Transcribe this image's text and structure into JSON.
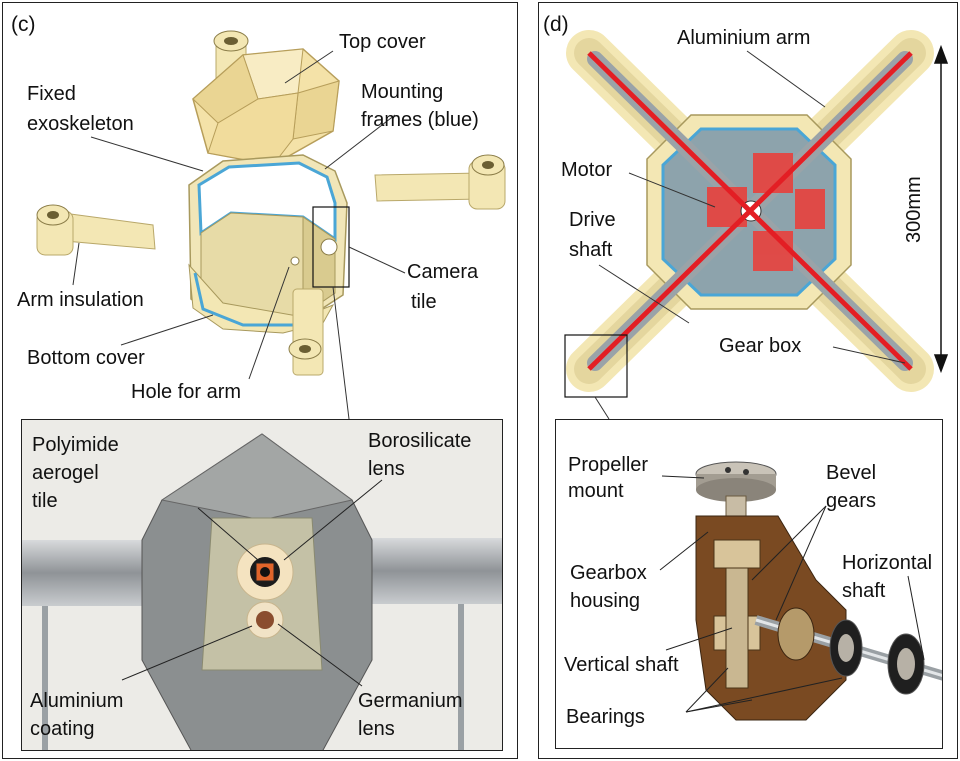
{
  "panel_c": {
    "tag": "(c)",
    "labels": {
      "top_cover": "Top cover",
      "fixed_exo_1": "Fixed",
      "fixed_exo_2": "exoskeleton",
      "mounting_1": "Mounting",
      "mounting_2": "frames (blue)",
      "camera_1": "Camera",
      "camera_2": "tile",
      "arm_insulation": "Arm insulation",
      "bottom_cover": "Bottom cover",
      "hole_for_arm": "Hole for arm",
      "polyimide_1": "Polyimide",
      "polyimide_2": "aerogel",
      "polyimide_3": "tile",
      "borosilicate_1": "Borosilicate",
      "borosilicate_2": "lens",
      "aluminium_1": "Aluminium",
      "aluminium_2": "coating",
      "germanium_1": "Germanium",
      "germanium_2": "lens"
    }
  },
  "panel_d": {
    "tag": "(d)",
    "labels": {
      "aluminium_arm": "Aluminium arm",
      "motor": "Motor",
      "drive_1": "Drive",
      "drive_2": "shaft",
      "dimension": "300mm",
      "gear_box": "Gear box",
      "propeller_1": "Propeller",
      "propeller_2": "mount",
      "bevel_1": "Bevel",
      "bevel_2": "gears",
      "gearbox_housing_1": "Gearbox",
      "gearbox_housing_2": "housing",
      "horizontal_1": "Horizontal",
      "horizontal_2": "shaft",
      "vertical_shaft": "Vertical shaft",
      "bearings": "Bearings"
    }
  },
  "colors": {
    "insulation": "#f3e7b4",
    "insulation_edge": "#b9a86a",
    "frame_blue": "#4aa6d6",
    "motor_red": "#e8413d",
    "body_grey": "#8da3ac",
    "housing_brown": "#7a4a22"
  }
}
